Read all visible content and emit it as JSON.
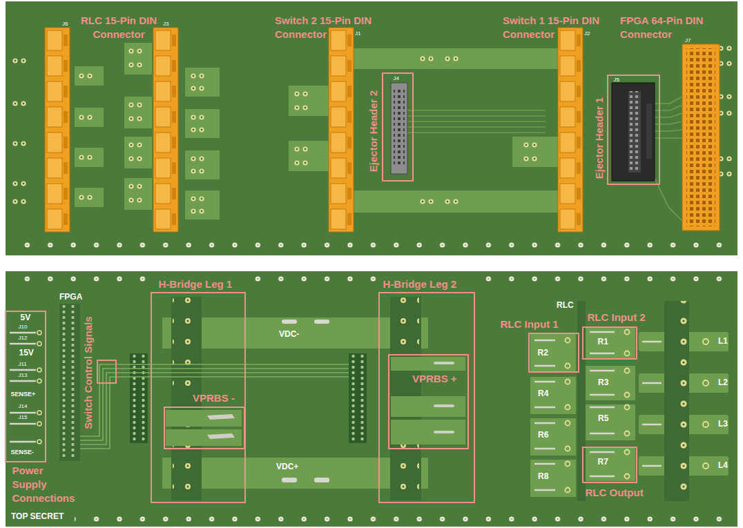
{
  "diagram": {
    "nodes": [
      {
        "text": [
          "Ejector Header 2",
          "J4"
        ]
      },
      {
        "text": [
          "Ejector Header 1",
          "J5"
        ]
      },
      {
        "text": [
          "Power Supply Connections",
          "5V",
          "J10",
          "J12",
          "15V",
          "J11",
          "J13",
          "SENSE+",
          "J14",
          "J15",
          "SENSE-"
        ]
      },
      {
        "text": [
          "Switch Control Signals"
        ]
      },
      {
        "text": [
          "H-Bridge Leg 1"
        ]
      },
      {
        "text": [
          "VPRBS -"
        ],
        "in": 4
      },
      {
        "text": [
          "H-Bridge Leg 2"
        ]
      },
      {
        "text": [
          "VPRBS +"
        ],
        "in": 6
      },
      {
        "text": [
          "RLC Input 1",
          "R2"
        ]
      },
      {
        "text": [
          "RLC Input 2",
          "R1"
        ]
      },
      {
        "text": [
          "RLC Output",
          "R7"
        ]
      }
    ],
    "labels": [
      "RLC 15-Pin DIN Connector",
      "J6",
      "J3",
      "Switch 2 15-Pin DIN Connector",
      "J1",
      "Switch 1 15-Pin DIN Connector",
      "J2",
      "FPGA 64-Pin DIN Connector",
      "J7",
      "FPGA",
      "VDC-",
      "VDC+",
      "RLC",
      "R4",
      "R3",
      "R6",
      "R5",
      "R8",
      "L1",
      "L2",
      "L3",
      "L4",
      "TOP SECRET"
    ]
  }
}
